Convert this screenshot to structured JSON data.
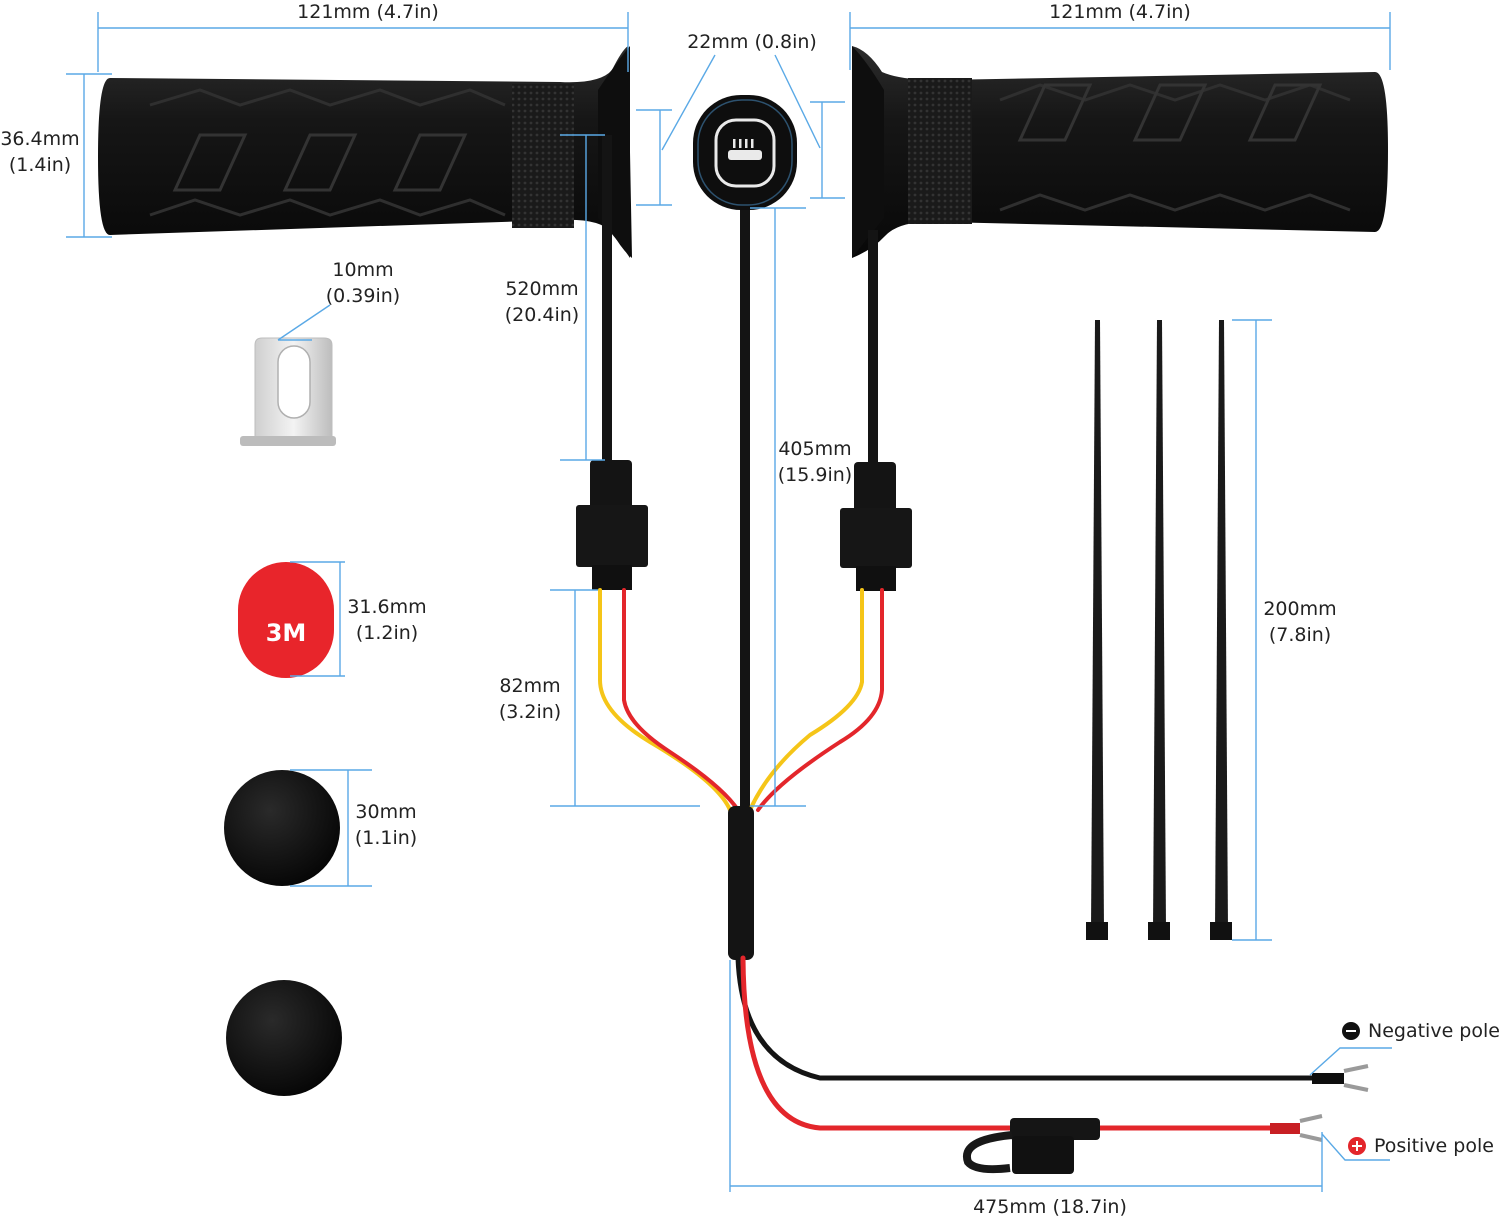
{
  "dimensions": {
    "grip_left_length": [
      "121mm",
      "(4.7in)"
    ],
    "grip_right_length": [
      "121mm",
      "(4.7in)"
    ],
    "grip_diameter": [
      "36.4mm",
      "(1.4in)"
    ],
    "button_width": [
      "22mm",
      "(0.8in)"
    ],
    "bracket_slot": [
      "10mm",
      "(0.39in)"
    ],
    "grip_cable": [
      "520mm",
      "(20.4in)"
    ],
    "button_cable": [
      "405mm",
      "(15.9in)"
    ],
    "branch_wires": [
      "82mm",
      "(3.2in)"
    ],
    "adhesive_pad": [
      "31.6mm",
      "(1.2in)"
    ],
    "rubber_pad": [
      "30mm",
      "(1.1in)"
    ],
    "cable_tie": [
      "200mm",
      "(7.8in)"
    ],
    "power_cable": [
      "475mm",
      "(18.7in)"
    ]
  },
  "poles": {
    "negative": "Negative pole",
    "positive": "Positive pole"
  },
  "adhesive_brand": "3M",
  "icons": {
    "switch": "heated-grip-icon",
    "negative": "minus-circle-icon",
    "positive": "plus-circle-icon"
  },
  "colors": {
    "dimension_line": "#5aa9e6",
    "rubber": "#121212",
    "wire_red": "#e3262b",
    "wire_yellow": "#f5c518",
    "adhesive_red": "#e8252b"
  }
}
